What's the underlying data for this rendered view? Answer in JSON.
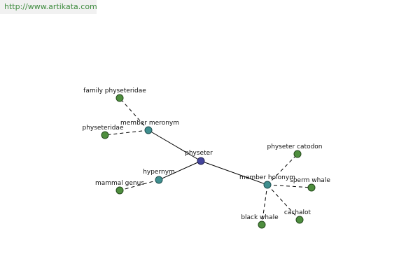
{
  "watermark": {
    "text": "http://www.artikata.com"
  },
  "graph": {
    "center": {
      "id": "physeter",
      "label": "physeter"
    },
    "relations": [
      {
        "id": "member-meronym",
        "label": "member meronym"
      },
      {
        "id": "hypernym",
        "label": "hypernym"
      },
      {
        "id": "member-holonym",
        "label": "member holonym"
      }
    ],
    "leaves": [
      {
        "id": "family-physeteridae",
        "label": "family physeteridae",
        "relation": "member-meronym"
      },
      {
        "id": "physeteridae",
        "label": "physeteridae",
        "relation": "member-meronym"
      },
      {
        "id": "mammal-genus",
        "label": "mammal genus",
        "relation": "hypernym"
      },
      {
        "id": "physeter-catodon",
        "label": "physeter catodon",
        "relation": "member-holonym"
      },
      {
        "id": "sperm-whale",
        "label": "sperm whale",
        "relation": "member-holonym"
      },
      {
        "id": "cachalot",
        "label": "cachalot",
        "relation": "member-holonym"
      },
      {
        "id": "black-whale",
        "label": "black whale",
        "relation": "member-holonym"
      }
    ]
  },
  "colors": {
    "center_node": "#44449c",
    "relation_node": "#3f8f8f",
    "leaf_node": "#4e8e3e",
    "watermark_text": "#3d8b3d",
    "watermark_background": "#f1f1f1"
  }
}
